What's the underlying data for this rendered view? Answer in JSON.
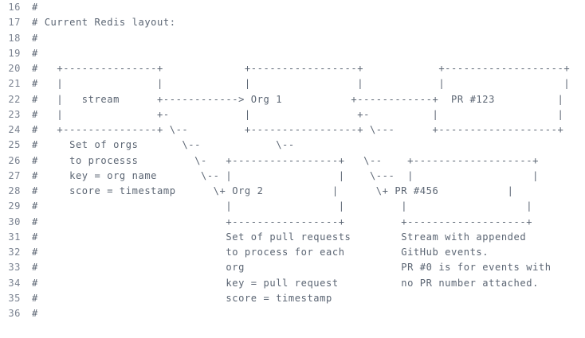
{
  "editor": {
    "name": "code-editor-ascii-diagram",
    "background_color": "#ffffff",
    "text_color": "#5b6573",
    "gutter_color": "#7a8290",
    "comment_prefix": "#",
    "title_comment": "# Current Redis layout:",
    "first_line_number": 16,
    "last_line_number": 36,
    "lines": [
      {
        "number": "16",
        "text": "#"
      },
      {
        "number": "17",
        "text": "# Current Redis layout:"
      },
      {
        "number": "18",
        "text": "#"
      },
      {
        "number": "19",
        "text": "#"
      },
      {
        "number": "20",
        "text": "#   +---------------+             +-----------------+            +-------------------+"
      },
      {
        "number": "21",
        "text": "#   |               |             |                 |            |                   |"
      },
      {
        "number": "22",
        "text": "#   |   stream      +------------> Org 1           +------------+  PR #123          |"
      },
      {
        "number": "23",
        "text": "#   |               +-            |                 +-          |                   |"
      },
      {
        "number": "24",
        "text": "#   +---------------+ \\--         +-----------------+ \\---      +-------------------+"
      },
      {
        "number": "25",
        "text": "#     Set of orgs       \\--            \\--"
      },
      {
        "number": "26",
        "text": "#     to processs         \\-   +-----------------+   \\--    +-------------------+"
      },
      {
        "number": "27",
        "text": "#     key = org name       \\-- |                 |    \\---  |                   |"
      },
      {
        "number": "28",
        "text": "#     score = timestamp      \\+ Org 2           |      \\+ PR #456           |"
      },
      {
        "number": "29",
        "text": "#                              |                 |         |                   |"
      },
      {
        "number": "30",
        "text": "#                              +-----------------+         +-------------------+"
      },
      {
        "number": "31",
        "text": "#                              Set of pull requests        Stream with appended"
      },
      {
        "number": "32",
        "text": "#                              to process for each         GitHub events."
      },
      {
        "number": "33",
        "text": "#                              org                         PR #0 is for events with"
      },
      {
        "number": "34",
        "text": "#                              key = pull request          no PR number attached."
      },
      {
        "number": "35",
        "text": "#                              score = timestamp"
      },
      {
        "number": "36",
        "text": "#"
      }
    ],
    "diagram": {
      "type": "ascii-art-architecture",
      "boxes": [
        {
          "id": "stream-box",
          "label": "stream",
          "caption_lines": [
            "Set of orgs",
            "to processs",
            "key = org name",
            "score = timestamp"
          ]
        },
        {
          "id": "org1-box",
          "label": "Org 1",
          "caption_lines": []
        },
        {
          "id": "pr123-box",
          "label": "PR #123",
          "caption_lines": []
        },
        {
          "id": "org2-box",
          "label": "Org 2",
          "caption_lines": [
            "Set of pull requests",
            "to process for each",
            "org",
            "key = pull request",
            "score = timestamp"
          ]
        },
        {
          "id": "pr456-box",
          "label": "PR #456",
          "caption_lines": [
            "Stream with appended",
            "GitHub events.",
            "PR #0 is for events with",
            "no PR number attached."
          ]
        }
      ]
    }
  }
}
